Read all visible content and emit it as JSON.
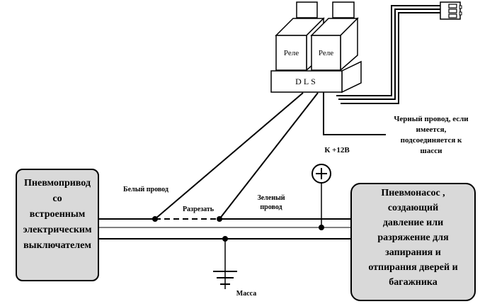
{
  "colors": {
    "background": "#ffffff",
    "line": "#000000",
    "box_fill": "#d9d9d9"
  },
  "relay_unit": {
    "relay1_label": "Реле",
    "relay2_label": "Реле",
    "base_label": "DLS"
  },
  "labels": {
    "chassis_note_lines": [
      "Черный провод, если",
      "имеется,",
      "подсоединяется к",
      "шасси"
    ],
    "power_label": "К +12В",
    "white_wire": "Белый провод",
    "cut": "Разрезать",
    "green_wire_lines": [
      "Зеленый",
      "провод"
    ],
    "ground": "Масса"
  },
  "left_box_lines": [
    "Пневмопривод",
    "со",
    "встроенным",
    "электрическим",
    "выключателем"
  ],
  "right_box_lines": [
    "Пневмонасос ,",
    "создающий",
    "давление или",
    "разряжение для",
    "запирания и",
    "отпирания дверей и",
    "багажника"
  ]
}
